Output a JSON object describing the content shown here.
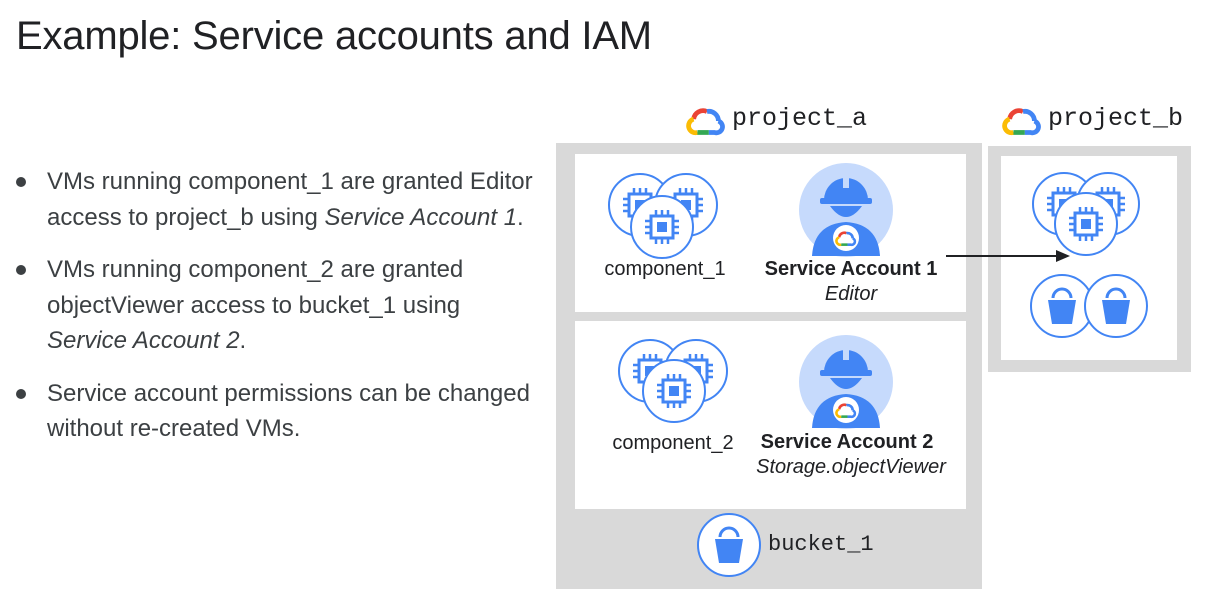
{
  "title": "Example: Service accounts and IAM",
  "bullets": [
    {
      "parts": [
        "VMs running component_1 are granted Editor access to project_b using ",
        "Service Account 1",
        "."
      ]
    },
    {
      "parts": [
        "VMs running component_2 are granted objectViewer access to bucket_1 using ",
        "Service Account 2",
        "."
      ]
    },
    {
      "parts": [
        "Service account permissions can be changed without re-created VMs.",
        "",
        ""
      ]
    }
  ],
  "diagram": {
    "project_a": "project_a",
    "project_b": "project_b",
    "component_1": "component_1",
    "component_2": "component_2",
    "sa1_name": "Service Account 1",
    "sa1_role": "Editor",
    "sa2_name": "Service Account 2",
    "sa2_role": "Storage.objectViewer",
    "bucket": "bucket_1"
  },
  "colors": {
    "blue": "#4285f4",
    "light_blue": "#c6dafc",
    "gray_box": "#d9d9d9",
    "red": "#ea4335",
    "yellow": "#fbbc04",
    "green": "#34a853"
  },
  "icons": [
    "google-cloud-logo",
    "compute-engine-icon",
    "service-account-icon",
    "cloud-storage-bucket-icon",
    "arrow"
  ]
}
